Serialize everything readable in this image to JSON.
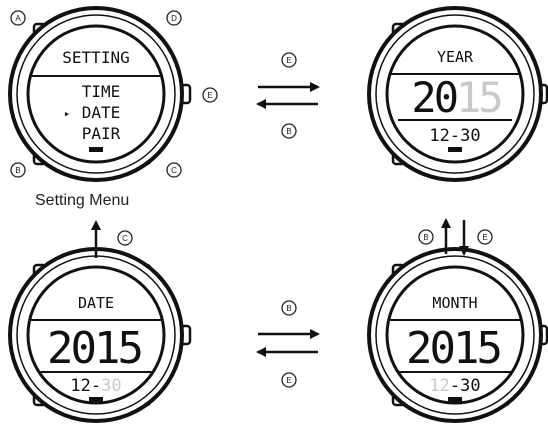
{
  "menu_watch": {
    "header": "SETTING",
    "items": [
      "TIME",
      "DATE",
      "PAIR"
    ],
    "selected_index": 1,
    "cursor": "▸",
    "buttons": {
      "top_left": "A",
      "top_right": "D",
      "right": "E",
      "bottom_left": "B",
      "bottom_right": "C"
    }
  },
  "caption": "Setting Menu",
  "year_watch": {
    "header": "YEAR",
    "main_bright": "20",
    "main_dim": "15",
    "sub": "12-30"
  },
  "date_watch": {
    "header": "DATE",
    "main": "2015",
    "sub_bright": "12-",
    "sub_dim": "30"
  },
  "month_watch": {
    "header": "MONTH",
    "main": "2015",
    "sub_dim": "12",
    "sub_bright": "-30"
  },
  "arrow_labels": {
    "menu_to_year": "E",
    "year_to_menu": "B",
    "up_to_menu": "C",
    "month_up": "B",
    "month_down": "E",
    "date_to_month": "B",
    "month_to_date": "E"
  }
}
